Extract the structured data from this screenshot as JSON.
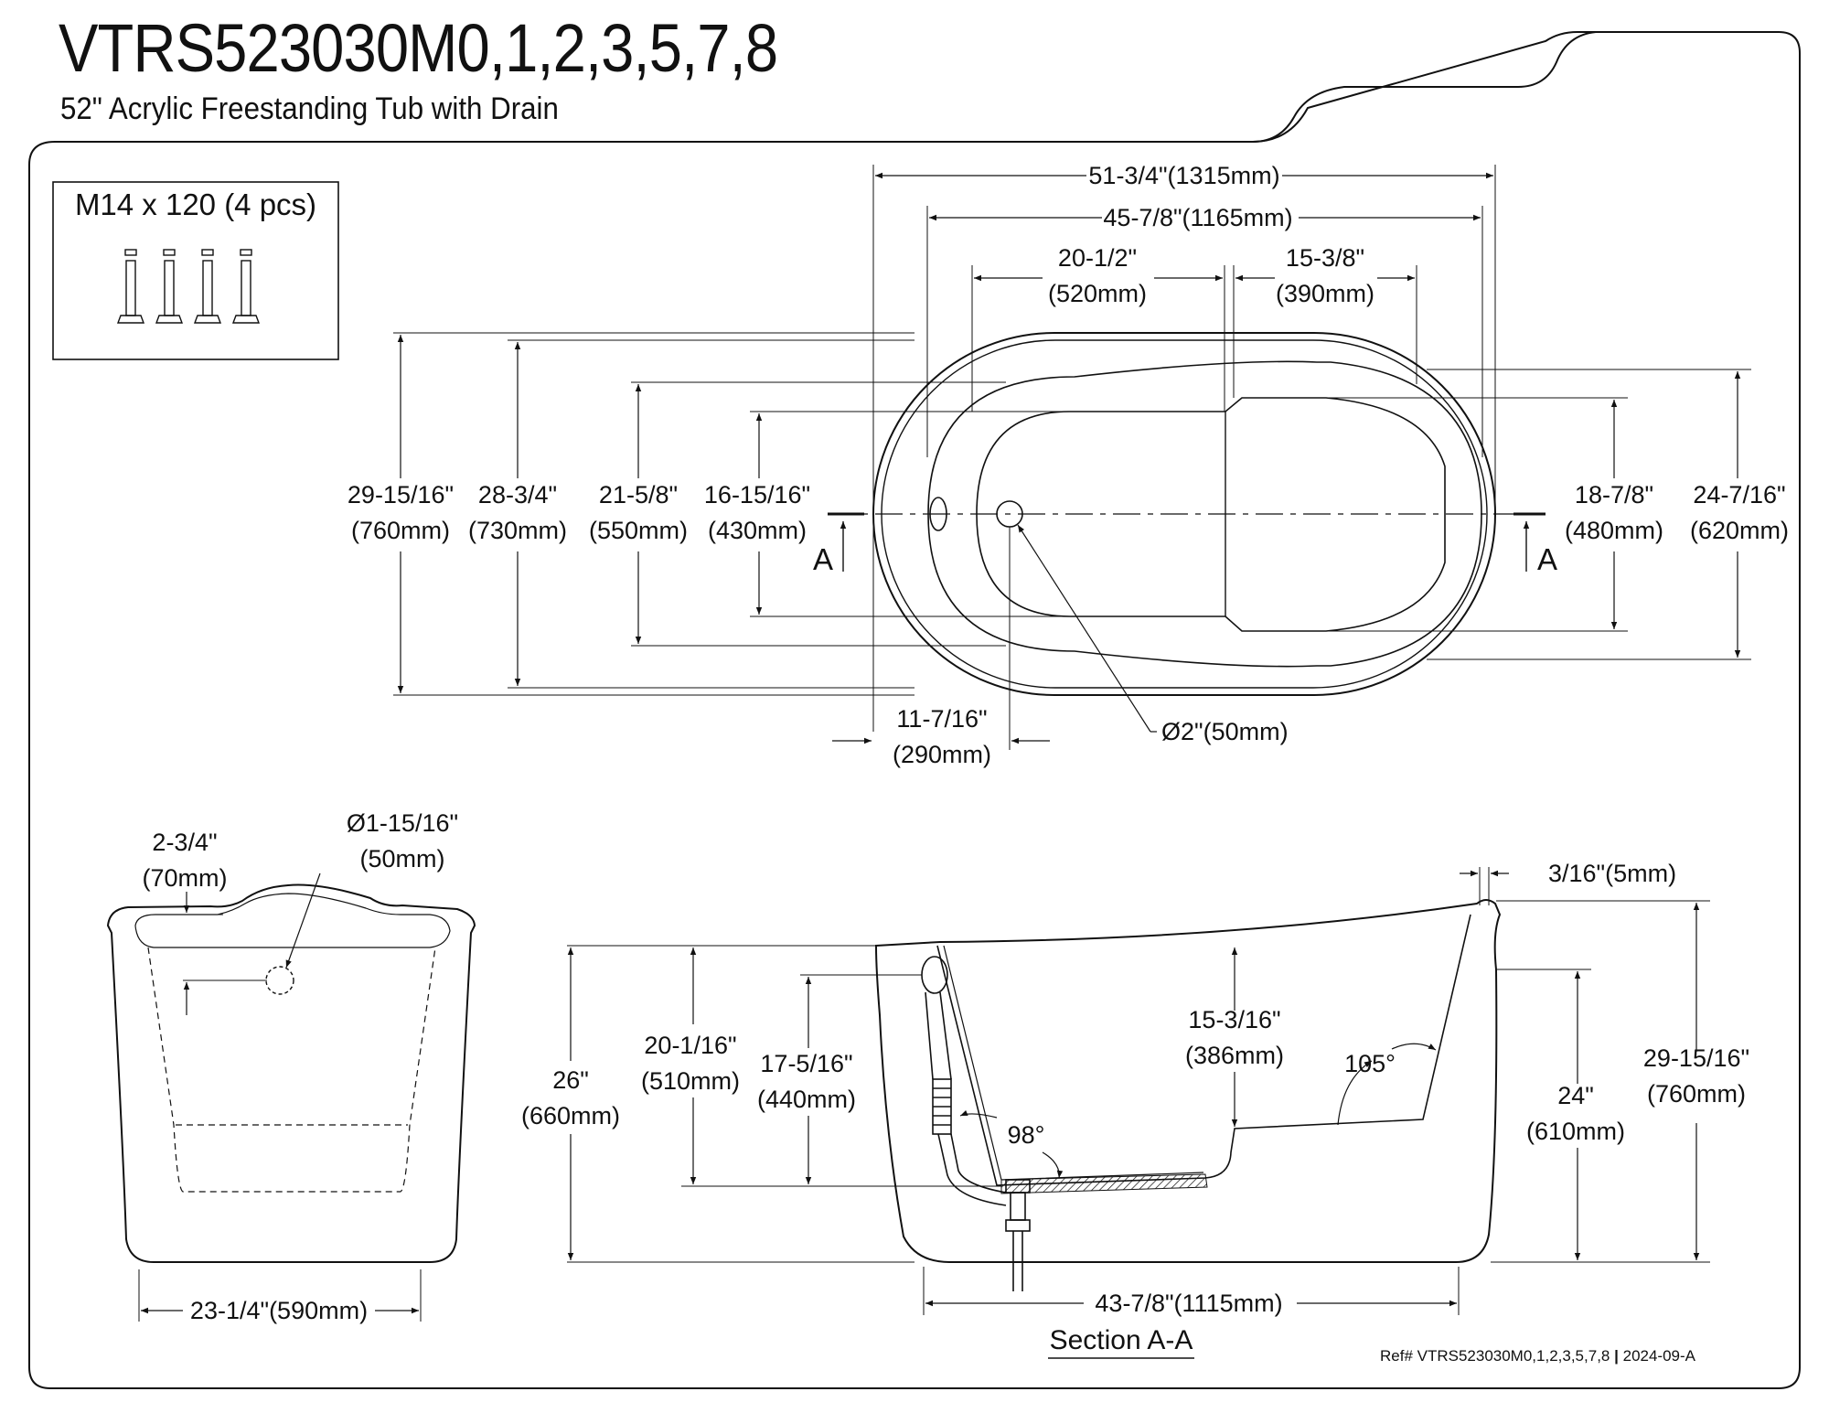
{
  "header": {
    "title": "VTRS523030M0,1,2,3,5,7,8",
    "subtitle": "52\" Acrylic Freestanding Tub with Drain"
  },
  "hardware_box": {
    "label": "M14 x 120 (4 pcs)"
  },
  "top_view": {
    "width_overall": "51-3/4\"(1315mm)",
    "width_inner": "45-7/8\"(1165mm)",
    "seat_left": {
      "in": "20-1/2\"",
      "mm": "(520mm)"
    },
    "seat_right": {
      "in": "15-3/8\"",
      "mm": "(390mm)"
    },
    "depth_overall": {
      "in": "29-15/16\"",
      "mm": "(760mm)"
    },
    "depth_rim": {
      "in": "28-3/4\"",
      "mm": "(730mm)"
    },
    "depth_inner": {
      "in": "21-5/8\"",
      "mm": "(550mm)"
    },
    "depth_floor": {
      "in": "16-15/16\"",
      "mm": "(430mm)"
    },
    "right_inner": {
      "in": "18-7/8\"",
      "mm": "(480mm)"
    },
    "right_outer": {
      "in": "24-7/16\"",
      "mm": "(620mm)"
    },
    "drain_offset": {
      "in": "11-7/16\"",
      "mm": "(290mm)"
    },
    "drain_dia": "Ø2\"(50mm)",
    "section_mark": "A"
  },
  "end_view": {
    "overflow_offset": {
      "in": "2-3/4\"",
      "mm": "(70mm)"
    },
    "overflow_dia": {
      "in": "Ø1-15/16\"",
      "mm": "(50mm)"
    },
    "base_width": "23-1/4\"(590mm)"
  },
  "section_view": {
    "rim_thickness": "3/16\"(5mm)",
    "height_front": {
      "in": "26\"",
      "mm": "(660mm)"
    },
    "water_depth": {
      "in": "20-1/16\"",
      "mm": "(510mm)"
    },
    "overflow_height": {
      "in": "17-5/16\"",
      "mm": "(440mm)"
    },
    "seat_depth": {
      "in": "15-3/16\"",
      "mm": "(386mm)"
    },
    "angle_back": "105°",
    "angle_front": "98°",
    "height_back_inner": {
      "in": "24\"",
      "mm": "(610mm)"
    },
    "height_back": {
      "in": "29-15/16\"",
      "mm": "(760mm)"
    },
    "base_length": "43-7/8\"(1115mm)",
    "label": "Section A-A"
  },
  "footer": {
    "ref": "Ref# VTRS523030M0,1,2,3,5,7,8",
    "sep": "|",
    "rev": "2024-09-A"
  }
}
